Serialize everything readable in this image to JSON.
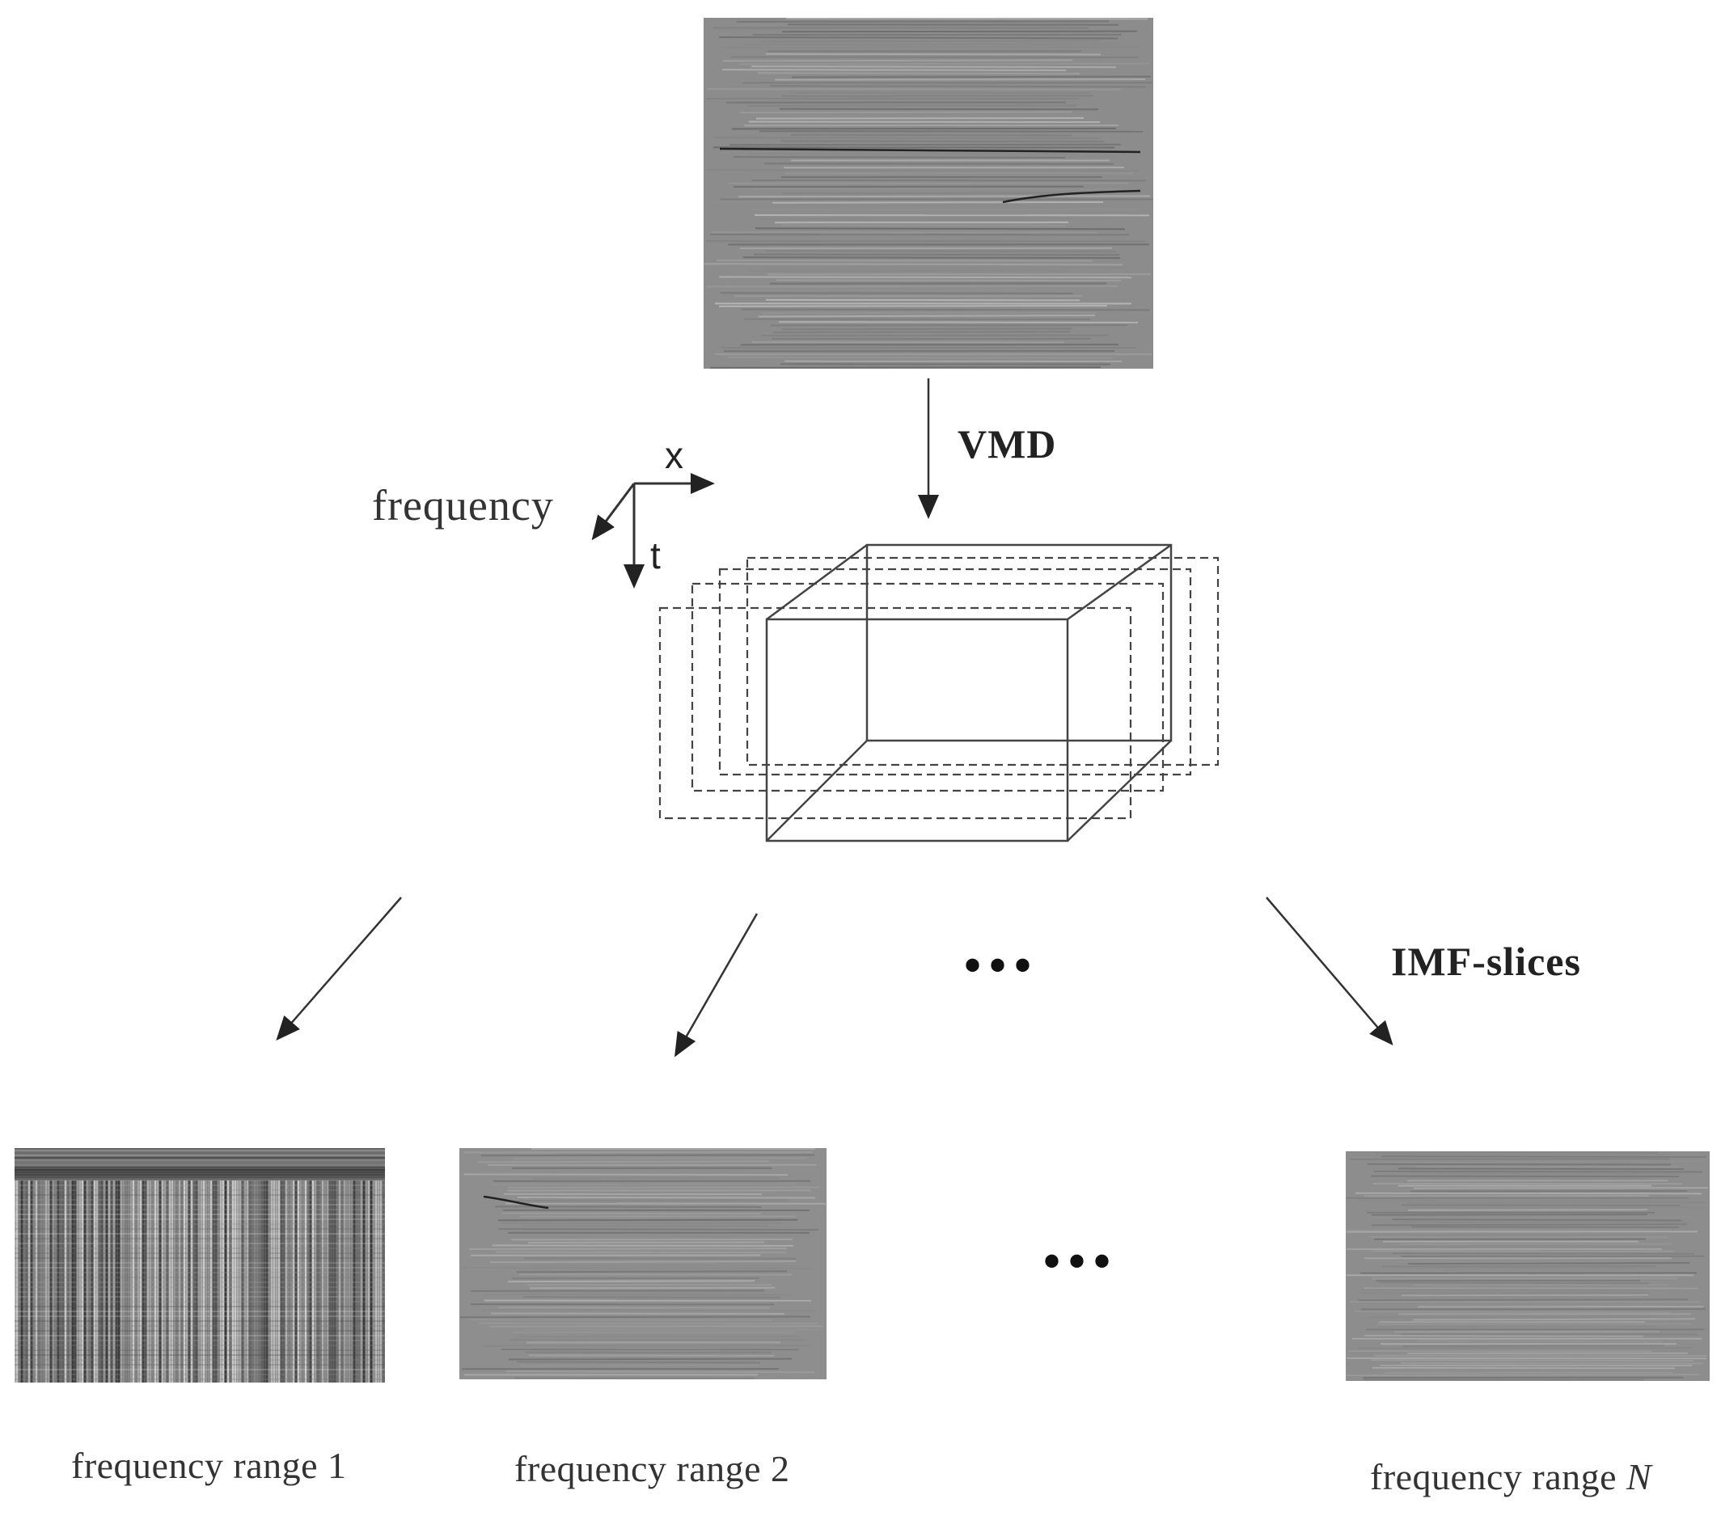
{
  "labels": {
    "vmd": "VMD",
    "imf_slices": "IMF-slices",
    "axis_x": "x",
    "axis_t": "t",
    "axis_frequency": "frequency",
    "ellipsis_middle": "•••",
    "ellipsis_bottom": "•••"
  },
  "panels": {
    "input": "seismic section",
    "outputs": [
      {
        "caption_prefix": "frequency range ",
        "caption_index": "1"
      },
      {
        "caption_prefix": "frequency range ",
        "caption_index": "2"
      },
      {
        "caption_prefix": "frequency range ",
        "caption_index": "N"
      }
    ]
  },
  "colors": {
    "panel_gray": "#8a8a8a",
    "line": "#333333",
    "background": "#ffffff"
  }
}
